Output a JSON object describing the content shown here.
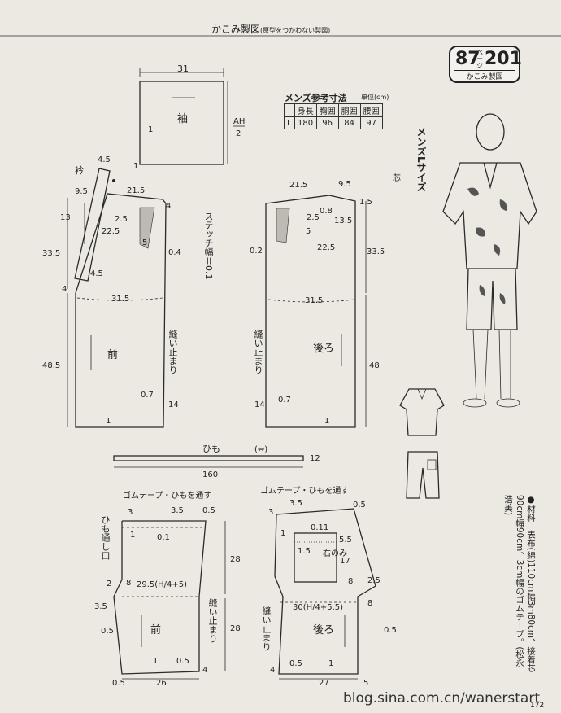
{
  "header": {
    "title": "かこみ製図",
    "subtitle": "(原型をつかわない製図)"
  },
  "badge": {
    "page_number": "87",
    "page_label": "ページ",
    "item_number": "201",
    "caption": "かこみ製図"
  },
  "size_table": {
    "title": "メンズ参考寸法",
    "unit": "単位(cm)",
    "headers": [
      "",
      "身長",
      "胸囲",
      "胴囲",
      "腰囲"
    ],
    "rows": [
      [
        "L",
        "180",
        "96",
        "84",
        "97"
      ]
    ]
  },
  "size_label": "メンズLサイズ",
  "materials": "●材料　表布(綿)110cm幅3m80cm、接着芯90cm幅90cm、3cm幅のゴムテープ。(松永浩美)",
  "footer": {
    "watermark": "blog.sina.com.cn/wanerstart",
    "page": "172"
  },
  "pieces": {
    "sleeve": {
      "label": "袖",
      "width": "31",
      "ah_num": "AH",
      "ah_den": "2",
      "m1": "1",
      "m2": "1"
    },
    "collar": {
      "label": "衿",
      "top": "4.5",
      "side": "13",
      "bottom": "4.5"
    },
    "front_top": {
      "label": "前",
      "shoulder": "21.5",
      "dim95": "9.5",
      "dim4": "4",
      "dim25": "2.5",
      "dim225": "22.5",
      "dim5": "5",
      "dim04": "0.4",
      "dim4b": "4",
      "height": "33.5",
      "lower": "48.5",
      "width": "31.5",
      "stop": "縫い止まり",
      "stitch_stop": "縫い止まり",
      "dim07": "0.7",
      "dim14": "14",
      "m1": "1",
      "stitch_width": "ステッチ幅＝0.1"
    },
    "back_top": {
      "label": "後ろ",
      "shoulder": "21.5",
      "dim95": "9.5",
      "dim15": "1.5",
      "dim08": "0.8",
      "dim25": "2.5",
      "dim135": "13.5",
      "dim5": "5",
      "dim225": "22.5",
      "dim02": "0.2",
      "height": "33.5",
      "lower": "48",
      "width": "31.5",
      "stop": "縫い止まり",
      "stitch_stop": "縫い止まり",
      "dim14": "14",
      "dim07": "0.7",
      "m1": "1",
      "interfacing": "芯"
    },
    "tie": {
      "label": "ひも",
      "len": "160",
      "w": "12",
      "arrows": "(⇔)"
    },
    "front_pants": {
      "label": "前",
      "top_note": "ゴムテープ・ひもを通す",
      "d3": "3",
      "d35": "3.5",
      "d05": "0.5",
      "d1": "1",
      "d01": "0.1",
      "d28a": "28",
      "d28b": "28",
      "waist": "29.5(H/4+5)",
      "d2": "2",
      "d8": "8",
      "d35b": "3.5",
      "d05b": "0.5",
      "hem": "26",
      "d05c": "0.5",
      "d05d": "0.5",
      "d4": "4",
      "opening": "ひも通し口",
      "stop": "縫い止まり",
      "m1": "1"
    },
    "back_pants": {
      "label": "後ろ",
      "top_note": "ゴムテープ・ひもを通す",
      "d3": "3",
      "d35": "3.5",
      "d05": "0.5",
      "d011": "0.11",
      "d1": "1",
      "d55": "5.5",
      "d15": "1.5",
      "d17": "17",
      "pocket": "右のみ",
      "d8": "8",
      "d25": "2.5",
      "d8b": "8",
      "waist": "30(H/4+5.5)",
      "stop": "縫い止まり",
      "d05b": "0.5",
      "d05c": "0.5",
      "hem": "27",
      "d4": "4",
      "d5": "5",
      "m1": "1"
    }
  }
}
